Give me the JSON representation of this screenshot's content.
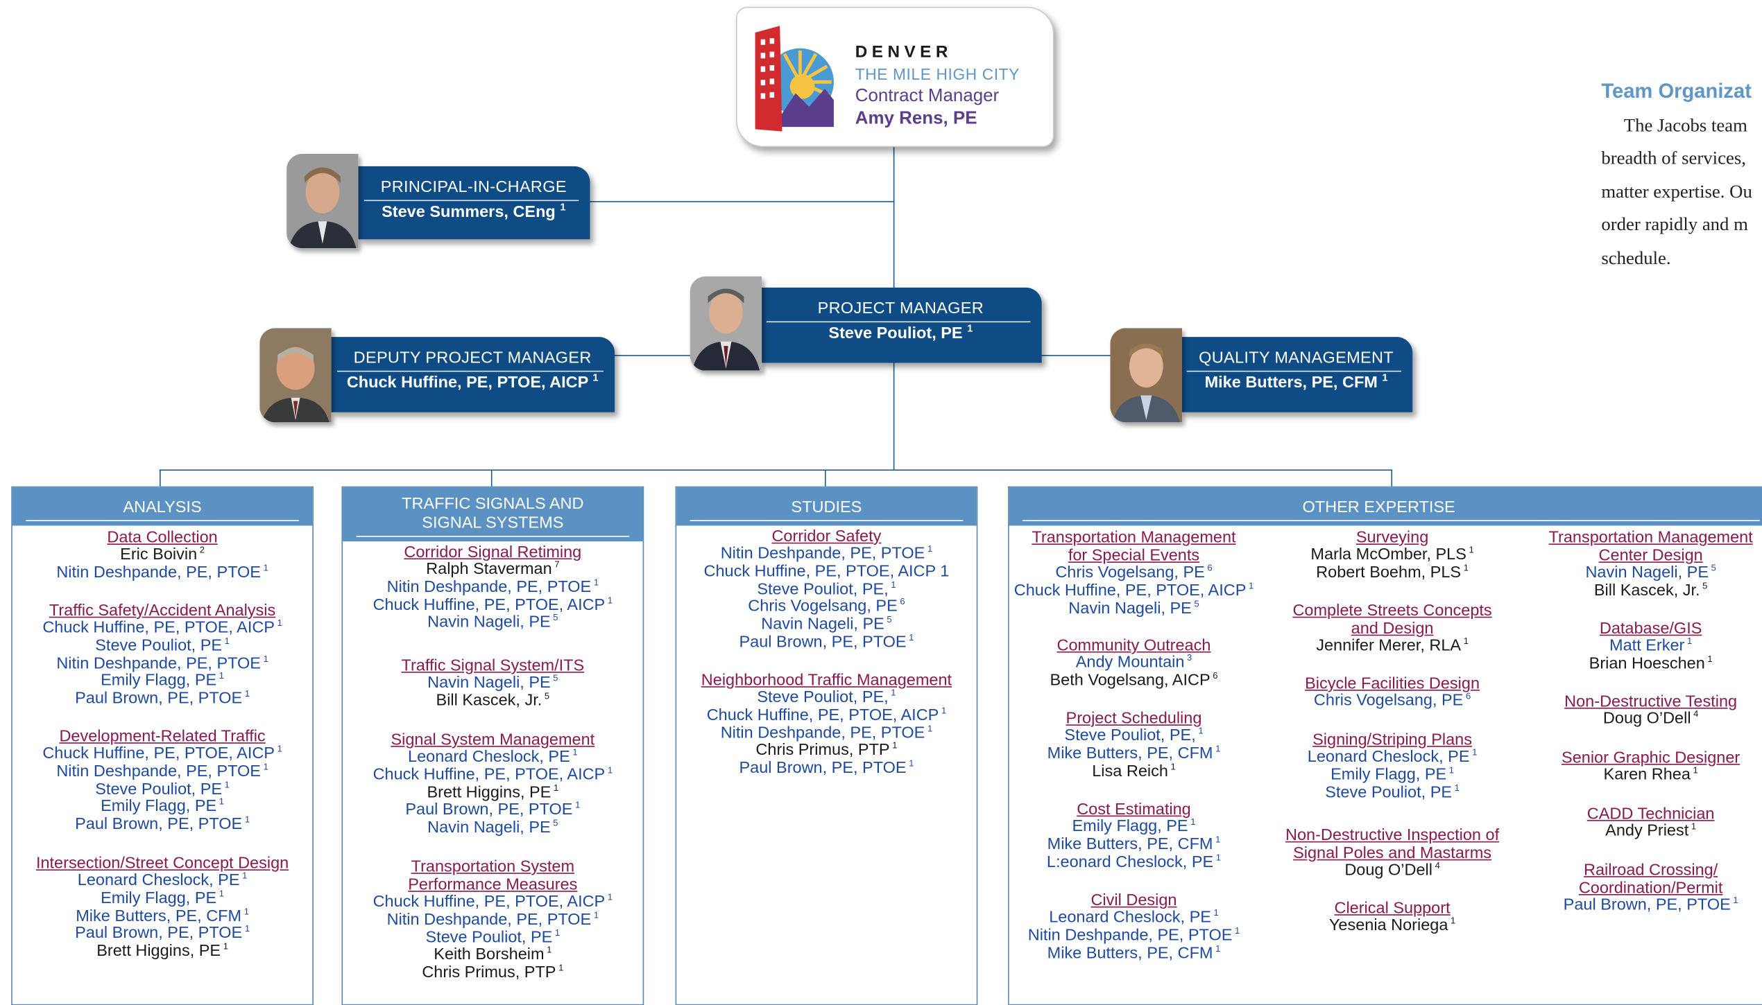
{
  "contract_manager": {
    "city": "DENVER",
    "tagline": "THE MILE HIGH CITY",
    "role": "Contract Manager",
    "name": "Amy Rens, PE"
  },
  "principal": {
    "title": "PRINCIPAL-IN-CHARGE",
    "name": "Steve Summers, CEng",
    "sup": "1"
  },
  "project_manager": {
    "title": "PROJECT MANAGER",
    "name": "Steve Pouliot, PE",
    "sup": "1"
  },
  "deputy": {
    "title": "DEPUTY PROJECT MANAGER",
    "name": "Chuck Huffine, PE, PTOE, AICP",
    "sup": "1"
  },
  "quality": {
    "title": "QUALITY MANAGEMENT",
    "name": "Mike Butters, PE, CFM",
    "sup": "1"
  },
  "colors": {
    "navy": "#0f4c86",
    "header_blue": "#5b92c3",
    "title_maroon": "#8a1a4a",
    "name_blue": "#1e4a9e",
    "accent": "#5e96c4"
  },
  "columns": {
    "analysis": {
      "header": [
        "ANALYSIS"
      ],
      "sections": [
        {
          "title": [
            "Data Collection"
          ],
          "people": [
            {
              "n": "Eric Boivin",
              "s": "2",
              "c": "k"
            },
            {
              "n": "Nitin Deshpande, PE, PTOE",
              "s": "1",
              "c": "b"
            }
          ]
        },
        {
          "title": [
            "Traffic Safety/Accident Analysis"
          ],
          "people": [
            {
              "n": "Chuck Huffine, PE, PTOE, AICP",
              "s": "1",
              "c": "b"
            },
            {
              "n": "Steve Pouliot, PE",
              "s": "1",
              "c": "b"
            },
            {
              "n": "Nitin Deshpande, PE, PTOE",
              "s": "1",
              "c": "b"
            },
            {
              "n": "Emily Flagg, PE",
              "s": "1",
              "c": "b"
            },
            {
              "n": "Paul Brown, PE, PTOE",
              "s": "1",
              "c": "b"
            }
          ]
        },
        {
          "title": [
            "Development-Related Traffic"
          ],
          "people": [
            {
              "n": "Chuck Huffine, PE, PTOE, AICP",
              "s": "1",
              "c": "b"
            },
            {
              "n": "Nitin Deshpande, PE, PTOE",
              "s": "1",
              "c": "b"
            },
            {
              "n": "Steve Pouliot, PE",
              "s": "1",
              "c": "b"
            },
            {
              "n": "Emily Flagg, PE",
              "s": "1",
              "c": "b"
            },
            {
              "n": "Paul Brown, PE, PTOE",
              "s": "1",
              "c": "b"
            }
          ]
        },
        {
          "title": [
            "Intersection/Street Concept Design"
          ],
          "people": [
            {
              "n": "Leonard Cheslock, PE",
              "s": "1",
              "c": "b"
            },
            {
              "n": "Emily Flagg, PE",
              "s": "1",
              "c": "b"
            },
            {
              "n": "Mike Butters, PE, CFM",
              "s": "1",
              "c": "b"
            },
            {
              "n": "Paul Brown, PE, PTOE",
              "s": "1",
              "c": "b"
            },
            {
              "n": "Brett Higgins, PE",
              "s": "1",
              "c": "k"
            }
          ]
        }
      ]
    },
    "signals": {
      "header": [
        "TRAFFIC SIGNALS AND",
        "SIGNAL SYSTEMS"
      ],
      "sections": [
        {
          "title": [
            "Corridor Signal Retiming"
          ],
          "people": [
            {
              "n": "Ralph Staverman",
              "s": "7",
              "c": "k"
            },
            {
              "n": "Nitin Deshpande, PE, PTOE",
              "s": "1",
              "c": "b"
            },
            {
              "n": "Chuck Huffine, PE, PTOE, AICP",
              "s": "1",
              "c": "b"
            },
            {
              "n": "Navin Nageli, PE",
              "s": "5",
              "c": "b"
            }
          ]
        },
        {
          "title": [
            "Traffic Signal System/ITS"
          ],
          "people": [
            {
              "n": "Navin Nageli, PE",
              "s": "5",
              "c": "b"
            },
            {
              "n": "Bill Kascek, Jr.",
              "s": "5",
              "c": "k"
            }
          ]
        },
        {
          "title": [
            "Signal System Management"
          ],
          "people": [
            {
              "n": "Leonard Cheslock, PE",
              "s": "1",
              "c": "b"
            },
            {
              "n": "Chuck Huffine, PE, PTOE, AICP",
              "s": "1",
              "c": "b"
            },
            {
              "n": "Brett Higgins, PE",
              "s": "1",
              "c": "k"
            },
            {
              "n": "Paul Brown, PE, PTOE",
              "s": "1",
              "c": "b"
            },
            {
              "n": "Navin Nageli, PE",
              "s": "5",
              "c": "b"
            }
          ]
        },
        {
          "title": [
            "Transportation System",
            "Performance Measures"
          ],
          "people": [
            {
              "n": "Chuck Huffine, PE, PTOE, AICP",
              "s": "1",
              "c": "b"
            },
            {
              "n": "Nitin Deshpande, PE, PTOE",
              "s": "1",
              "c": "b"
            },
            {
              "n": "Steve Pouliot, PE",
              "s": "1",
              "c": "b"
            },
            {
              "n": "Keith Borsheim",
              "s": "1",
              "c": "k"
            },
            {
              "n": "Chris Primus, PTP",
              "s": "1",
              "c": "k"
            }
          ]
        }
      ]
    },
    "studies": {
      "header": [
        "STUDIES"
      ],
      "sections": [
        {
          "title": [
            "Corridor Safety"
          ],
          "people": [
            {
              "n": "Nitin Deshpande, PE, PTOE",
              "s": "1",
              "c": "b"
            },
            {
              "n": "Chuck Huffine, PE, PTOE, AICP 1",
              "s": "",
              "c": "b"
            },
            {
              "n": "Steve Pouliot, PE,",
              "s": "1",
              "c": "b"
            },
            {
              "n": "Chris Vogelsang, PE",
              "s": "6",
              "c": "b"
            },
            {
              "n": "Navin Nageli, PE",
              "s": "5",
              "c": "b"
            },
            {
              "n": "Paul Brown, PE, PTOE",
              "s": "1",
              "c": "b"
            }
          ]
        },
        {
          "title": [
            "Neighborhood Traffic Management"
          ],
          "people": [
            {
              "n": "Steve Pouliot, PE,",
              "s": "1",
              "c": "b"
            },
            {
              "n": "Chuck Huffine, PE, PTOE, AICP",
              "s": "1",
              "c": "b"
            },
            {
              "n": "Nitin Deshpande, PE, PTOE",
              "s": "1",
              "c": "b"
            },
            {
              "n": "Chris Primus, PTP",
              "s": "1",
              "c": "k"
            },
            {
              "n": "Paul Brown, PE, PTOE",
              "s": "1",
              "c": "b"
            }
          ]
        }
      ]
    },
    "other": {
      "header": [
        "OTHER EXPERTISE"
      ],
      "sub_a": [
        {
          "title": [
            "Transportation Management",
            "for Special Events"
          ],
          "people": [
            {
              "n": "Chris Vogelsang, PE",
              "s": "6",
              "c": "b"
            },
            {
              "n": "Chuck Huffine, PE, PTOE, AICP",
              "s": "1",
              "c": "b"
            },
            {
              "n": "Navin Nageli, PE",
              "s": "5",
              "c": "b"
            }
          ]
        },
        {
          "title": [
            "Community Outreach"
          ],
          "people": [
            {
              "n": "Andy Mountain",
              "s": "3",
              "c": "b"
            },
            {
              "n": "Beth Vogelsang, AICP",
              "s": "6",
              "c": "k"
            }
          ]
        },
        {
          "title": [
            "Project Scheduling"
          ],
          "people": [
            {
              "n": "Steve Pouliot, PE,",
              "s": "1",
              "c": "b"
            },
            {
              "n": "Mike Butters, PE, CFM",
              "s": "1",
              "c": "b"
            },
            {
              "n": "Lisa Reich",
              "s": "1",
              "c": "k"
            }
          ]
        },
        {
          "title": [
            "Cost Estimating"
          ],
          "people": [
            {
              "n": "Emily Flagg, PE",
              "s": "1",
              "c": "b"
            },
            {
              "n": "Mike Butters, PE, CFM",
              "s": "1",
              "c": "b"
            },
            {
              "n": "L:eonard Cheslock, PE",
              "s": "1",
              "c": "b"
            }
          ]
        },
        {
          "title": [
            "Civil Design"
          ],
          "people": [
            {
              "n": "Leonard Cheslock, PE",
              "s": "1",
              "c": "b"
            },
            {
              "n": "Nitin Deshpande, PE, PTOE",
              "s": "1",
              "c": "b"
            },
            {
              "n": "Mike Butters, PE, CFM",
              "s": "1",
              "c": "b"
            }
          ]
        }
      ],
      "sub_b": [
        {
          "title": [
            "Surveying"
          ],
          "people": [
            {
              "n": "Marla McOmber, PLS",
              "s": "1",
              "c": "k"
            },
            {
              "n": "Robert Boehm, PLS",
              "s": "1",
              "c": "k"
            }
          ]
        },
        {
          "title": [
            "Complete Streets Concepts",
            "and Design"
          ],
          "people": [
            {
              "n": "Jennifer Merer, RLA",
              "s": "1",
              "c": "k"
            }
          ]
        },
        {
          "title": [
            "Bicycle Facilities Design"
          ],
          "people": [
            {
              "n": "Chris Vogelsang, PE",
              "s": "6",
              "c": "b"
            }
          ]
        },
        {
          "title": [
            "Signing/Striping Plans"
          ],
          "people": [
            {
              "n": "Leonard Cheslock, PE",
              "s": "1",
              "c": "b"
            },
            {
              "n": "Emily Flagg, PE",
              "s": "1",
              "c": "b"
            },
            {
              "n": "Steve Pouliot, PE",
              "s": "1",
              "c": "b"
            }
          ]
        },
        {
          "title": [
            "Non-Destructive Inspection of",
            "Signal Poles and Mastarms"
          ],
          "people": [
            {
              "n": "Doug O’Dell",
              "s": "4",
              "c": "k"
            }
          ]
        },
        {
          "title": [
            "Clerical Support"
          ],
          "people": [
            {
              "n": "Yesenia Noriega",
              "s": "1",
              "c": "k"
            }
          ]
        }
      ],
      "sub_c": [
        {
          "title": [
            "Transportation Management",
            "Center Design"
          ],
          "people": [
            {
              "n": "Navin Nageli, PE",
              "s": "5",
              "c": "b"
            },
            {
              "n": "Bill Kascek, Jr.",
              "s": "5",
              "c": "k"
            }
          ]
        },
        {
          "title": [
            "Database/GIS"
          ],
          "people": [
            {
              "n": "Matt Erker",
              "s": "1",
              "c": "b"
            },
            {
              "n": "Brian Hoeschen",
              "s": "1",
              "c": "k"
            }
          ]
        },
        {
          "title": [
            "Non-Destructive Testing"
          ],
          "people": [
            {
              "n": "Doug O’Dell",
              "s": "4",
              "c": "k"
            }
          ]
        },
        {
          "title": [
            "Senior Graphic Designer"
          ],
          "people": [
            {
              "n": "Karen Rhea",
              "s": "1",
              "c": "k"
            }
          ]
        },
        {
          "title": [
            "CADD Technician"
          ],
          "people": [
            {
              "n": "Andy Priest",
              "s": "1",
              "c": "k"
            }
          ]
        },
        {
          "title": [
            "Railroad Crossing/",
            "Coordination/Permit"
          ],
          "people": [
            {
              "n": "Paul Brown, PE, PTOE",
              "s": "1",
              "c": "b"
            }
          ]
        }
      ]
    }
  },
  "side_text": {
    "title": "Team Organizat",
    "lines": [
      "The Jacobs team",
      "breadth of services,",
      "matter expertise. Ou",
      "order rapidly and m",
      "schedule."
    ]
  }
}
